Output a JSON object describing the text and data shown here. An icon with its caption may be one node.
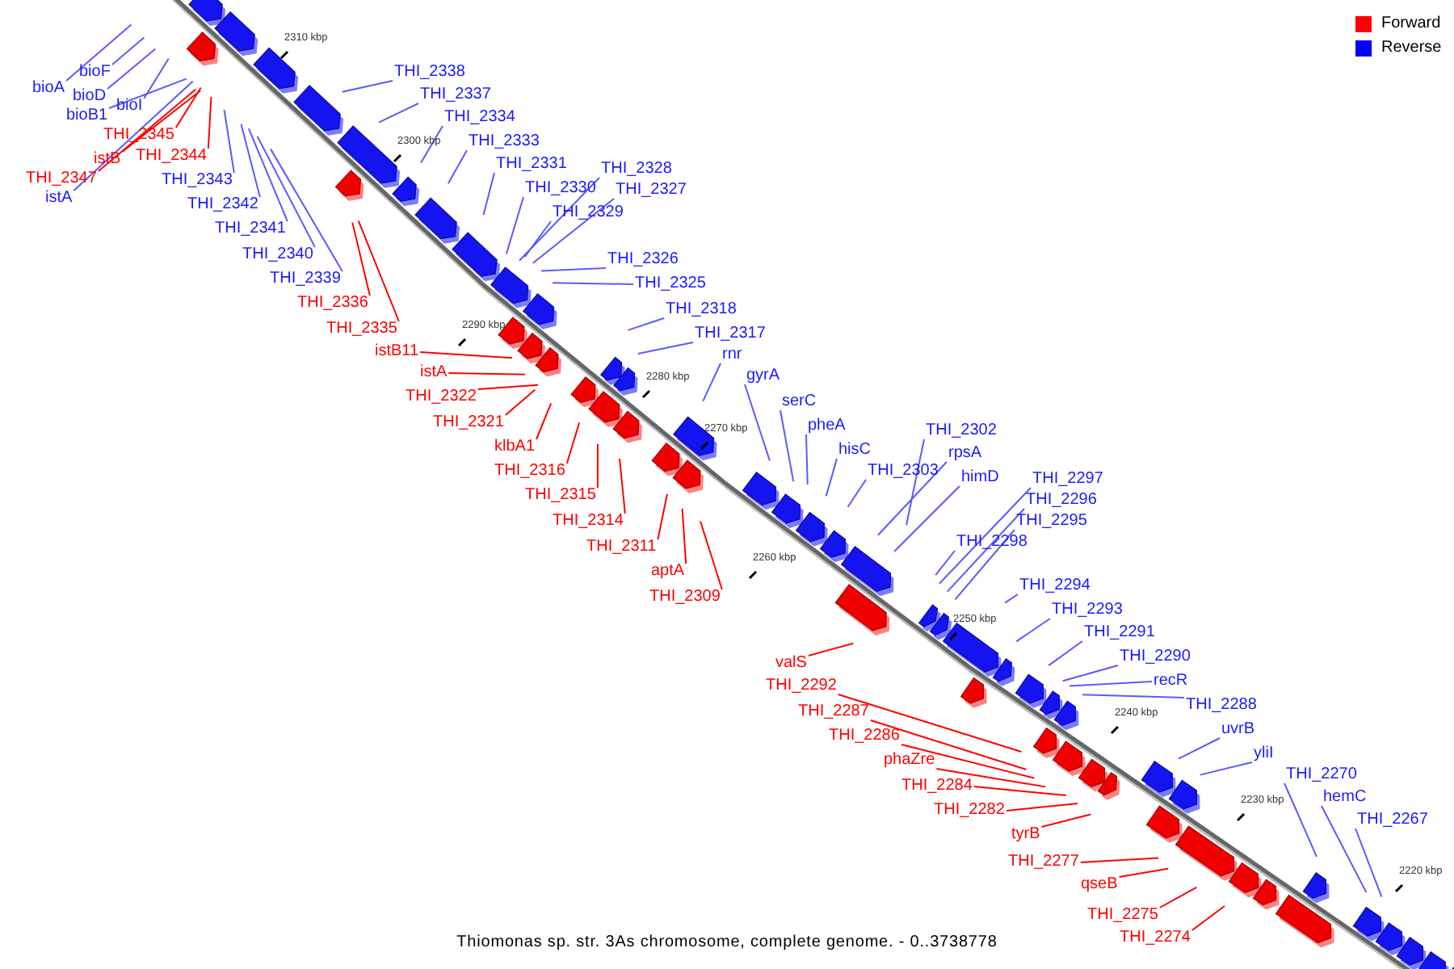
{
  "diagram": {
    "caption": "Thiomonas sp. str. 3As chromosome, complete genome. - 0..3738778",
    "nodes": [
      {
        "text": [
          "bioA"
        ]
      },
      {
        "text": [
          "bioF"
        ]
      },
      {
        "text": [
          "bioD"
        ]
      },
      {
        "text": [
          "bioI"
        ]
      },
      {
        "text": [
          "bioB1"
        ]
      },
      {
        "text": [
          "THI_2345"
        ]
      },
      {
        "text": [
          "istB"
        ]
      },
      {
        "text": [
          "THI_2344"
        ]
      },
      {
        "text": [
          "THI_2347"
        ]
      },
      {
        "text": [
          "istA"
        ]
      },
      {
        "text": [
          "THI_2343"
        ]
      },
      {
        "text": [
          "THI_2342"
        ]
      },
      {
        "text": [
          "THI_2341"
        ]
      },
      {
        "text": [
          "THI_2340"
        ]
      },
      {
        "text": [
          "THI_2339"
        ]
      },
      {
        "text": [
          "THI_2336"
        ]
      },
      {
        "text": [
          "THI_2335"
        ]
      },
      {
        "text": [
          "istB11"
        ]
      },
      {
        "text": [
          "istA"
        ]
      },
      {
        "text": [
          "THI_2322"
        ]
      },
      {
        "text": [
          "THI_2321"
        ]
      },
      {
        "text": [
          "klbA1"
        ]
      },
      {
        "text": [
          "THI_2316"
        ]
      },
      {
        "text": [
          "THI_2315"
        ]
      },
      {
        "text": [
          "THI_2314"
        ]
      },
      {
        "text": [
          "THI_2311"
        ]
      },
      {
        "text": [
          "aptA"
        ]
      },
      {
        "text": [
          "THI_2309"
        ]
      },
      {
        "text": [
          "THI_2338"
        ]
      },
      {
        "text": [
          "THI_2337"
        ]
      },
      {
        "text": [
          "THI_2334"
        ]
      },
      {
        "text": [
          "THI_2333"
        ]
      },
      {
        "text": [
          "THI_2331"
        ]
      },
      {
        "text": [
          "THI_2330"
        ]
      },
      {
        "text": [
          "THI_2328"
        ]
      },
      {
        "text": [
          "THI_2327"
        ]
      },
      {
        "text": [
          "THI_2329"
        ]
      },
      {
        "text": [
          "THI_2326"
        ]
      },
      {
        "text": [
          "THI_2325"
        ]
      },
      {
        "text": [
          "THI_2318"
        ]
      },
      {
        "text": [
          "THI_2317"
        ]
      },
      {
        "text": [
          "rnr"
        ]
      },
      {
        "text": [
          "gyrA"
        ]
      },
      {
        "text": [
          "serC"
        ]
      },
      {
        "text": [
          "pheA"
        ]
      },
      {
        "text": [
          "hisC"
        ]
      },
      {
        "text": [
          "THI_2303"
        ]
      },
      {
        "text": [
          "THI_2302"
        ]
      },
      {
        "text": [
          "rpsA"
        ]
      },
      {
        "text": [
          "himD"
        ]
      },
      {
        "text": [
          "THI_2297"
        ]
      },
      {
        "text": [
          "THI_2296"
        ]
      },
      {
        "text": [
          "THI_2295"
        ]
      },
      {
        "text": [
          "THI_2298"
        ]
      },
      {
        "text": [
          "THI_2294"
        ]
      },
      {
        "text": [
          "THI_2293"
        ]
      },
      {
        "text": [
          "THI_2291"
        ]
      },
      {
        "text": [
          "THI_2290"
        ]
      },
      {
        "text": [
          "recR"
        ]
      },
      {
        "text": [
          "THI_2288"
        ]
      },
      {
        "text": [
          "uvrB"
        ]
      },
      {
        "text": [
          "yliI"
        ]
      },
      {
        "text": [
          "THI_2270"
        ]
      },
      {
        "text": [
          "hemC"
        ]
      },
      {
        "text": [
          "THI_2267"
        ]
      },
      {
        "text": [
          "valS"
        ]
      },
      {
        "text": [
          "THI_2292"
        ]
      },
      {
        "text": [
          "THI_2287"
        ]
      },
      {
        "text": [
          "THI_2286"
        ]
      },
      {
        "text": [
          "phaZre"
        ]
      },
      {
        "text": [
          "THI_2284"
        ]
      },
      {
        "text": [
          "THI_2282"
        ]
      },
      {
        "text": [
          "tyrB"
        ]
      },
      {
        "text": [
          "THI_2277"
        ]
      },
      {
        "text": [
          "qseB"
        ]
      },
      {
        "text": [
          "THI_2275"
        ]
      },
      {
        "text": [
          "THI_2274"
        ]
      }
    ],
    "edges": [
      {
        "from": 0,
        "to": null,
        "arrow": "none"
      },
      {
        "from": 1,
        "to": null,
        "arrow": "none"
      },
      {
        "from": 2,
        "to": null,
        "arrow": "none"
      },
      {
        "from": 3,
        "to": null,
        "arrow": "none"
      },
      {
        "from": 4,
        "to": null,
        "arrow": "none"
      },
      {
        "from": 5,
        "to": null,
        "arrow": "none",
        "color": "#ff0000"
      },
      {
        "from": 6,
        "to": null,
        "arrow": "none",
        "color": "#ff0000"
      },
      {
        "from": 7,
        "to": null,
        "arrow": "none",
        "color": "#ff0000"
      },
      {
        "from": 8,
        "to": null,
        "arrow": "none",
        "color": "#ff0000"
      },
      {
        "from": 9,
        "to": null,
        "arrow": "none"
      },
      {
        "from": 10,
        "to": null,
        "arrow": "none"
      },
      {
        "from": 11,
        "to": null,
        "arrow": "none"
      },
      {
        "from": 12,
        "to": null,
        "arrow": "none"
      },
      {
        "from": 13,
        "to": null,
        "arrow": "none"
      },
      {
        "from": 14,
        "to": null,
        "arrow": "none"
      },
      {
        "from": 15,
        "to": null,
        "arrow": "none",
        "color": "#ff0000"
      },
      {
        "from": 16,
        "to": null,
        "arrow": "none",
        "color": "#ff0000"
      },
      {
        "from": 17,
        "to": null,
        "arrow": "none",
        "color": "#ff0000"
      },
      {
        "from": 18,
        "to": null,
        "arrow": "none",
        "color": "#ff0000"
      },
      {
        "from": 19,
        "to": null,
        "arrow": "none",
        "color": "#ff0000"
      },
      {
        "from": 20,
        "to": null,
        "arrow": "none",
        "color": "#ff0000"
      },
      {
        "from": 21,
        "to": null,
        "arrow": "none",
        "color": "#ff0000"
      },
      {
        "from": 22,
        "to": null,
        "arrow": "none",
        "color": "#ff0000"
      },
      {
        "from": 23,
        "to": null,
        "arrow": "none",
        "color": "#ff0000"
      },
      {
        "from": 24,
        "to": null,
        "arrow": "none",
        "color": "#ff0000"
      },
      {
        "from": 25,
        "to": null,
        "arrow": "none",
        "color": "#ff0000"
      },
      {
        "from": 26,
        "to": null,
        "arrow": "none",
        "color": "#ff0000"
      },
      {
        "from": 27,
        "to": null,
        "arrow": "none",
        "color": "#ff0000"
      },
      {
        "from": 28,
        "to": null,
        "arrow": "none"
      },
      {
        "from": 29,
        "to": null,
        "arrow": "none"
      },
      {
        "from": 30,
        "to": null,
        "arrow": "none"
      },
      {
        "from": 31,
        "to": null,
        "arrow": "none"
      },
      {
        "from": 32,
        "to": null,
        "arrow": "none"
      },
      {
        "from": 33,
        "to": null,
        "arrow": "none"
      },
      {
        "from": 34,
        "to": null,
        "arrow": "none"
      },
      {
        "from": 35,
        "to": null,
        "arrow": "none"
      },
      {
        "from": 36,
        "to": null,
        "arrow": "none"
      },
      {
        "from": 37,
        "to": null,
        "arrow": "none"
      },
      {
        "from": 38,
        "to": null,
        "arrow": "none"
      },
      {
        "from": 39,
        "to": null,
        "arrow": "none"
      },
      {
        "from": 40,
        "to": null,
        "arrow": "none"
      },
      {
        "from": 41,
        "to": null,
        "arrow": "none"
      },
      {
        "from": 42,
        "to": null,
        "arrow": "none"
      },
      {
        "from": 43,
        "to": null,
        "arrow": "none"
      },
      {
        "from": 44,
        "to": null,
        "arrow": "none"
      },
      {
        "from": 45,
        "to": null,
        "arrow": "none"
      },
      {
        "from": 46,
        "to": null,
        "arrow": "none"
      },
      {
        "from": 47,
        "to": null,
        "arrow": "none"
      },
      {
        "from": 48,
        "to": null,
        "arrow": "none"
      },
      {
        "from": 49,
        "to": null,
        "arrow": "none"
      },
      {
        "from": 50,
        "to": null,
        "arrow": "none"
      },
      {
        "from": 51,
        "to": null,
        "arrow": "none"
      },
      {
        "from": 52,
        "to": null,
        "arrow": "none"
      },
      {
        "from": 53,
        "to": null,
        "arrow": "none"
      },
      {
        "from": 54,
        "to": null,
        "arrow": "none"
      },
      {
        "from": 55,
        "to": null,
        "arrow": "none"
      },
      {
        "from": 56,
        "to": null,
        "arrow": "none"
      },
      {
        "from": 57,
        "to": null,
        "arrow": "none"
      },
      {
        "from": 58,
        "to": null,
        "arrow": "none"
      },
      {
        "from": 59,
        "to": null,
        "arrow": "none"
      },
      {
        "from": 60,
        "to": null,
        "arrow": "none"
      },
      {
        "from": 61,
        "to": null,
        "arrow": "none"
      },
      {
        "from": 62,
        "to": null,
        "arrow": "none"
      },
      {
        "from": 63,
        "to": null,
        "arrow": "none"
      },
      {
        "from": 64,
        "to": null,
        "arrow": "none"
      },
      {
        "from": 65,
        "to": null,
        "arrow": "none",
        "color": "#ff0000"
      },
      {
        "from": 66,
        "to": null,
        "arrow": "none",
        "color": "#ff0000"
      },
      {
        "from": 67,
        "to": null,
        "arrow": "none",
        "color": "#ff0000"
      },
      {
        "from": 68,
        "to": null,
        "arrow": "none",
        "color": "#ff0000"
      },
      {
        "from": 69,
        "to": null,
        "arrow": "none",
        "color": "#ff0000"
      },
      {
        "from": 70,
        "to": null,
        "arrow": "none",
        "color": "#ff0000"
      },
      {
        "from": 71,
        "to": null,
        "arrow": "none",
        "color": "#ff0000"
      },
      {
        "from": 72,
        "to": null,
        "arrow": "none",
        "color": "#ff0000"
      },
      {
        "from": 73,
        "to": null,
        "arrow": "none",
        "color": "#ff0000"
      },
      {
        "from": 74,
        "to": null,
        "arrow": "none",
        "color": "#ff0000"
      },
      {
        "from": 75,
        "to": null,
        "arrow": "none",
        "color": "#ff0000"
      },
      {
        "from": 76,
        "to": null,
        "arrow": "none",
        "color": "#ff0000"
      }
    ],
    "labels": [
      "2310 kbp",
      "2300 kbp",
      "2290 kbp",
      "2280 kbp",
      "2270 kbp",
      "2260 kbp",
      "2250 kbp",
      "2240 kbp",
      "2230 kbp",
      "2220 kbp"
    ],
    "legend": [
      {
        "text": "Forward",
        "color": "#ff0000"
      },
      {
        "text": "Reverse",
        "color": "#0000ff"
      }
    ]
  }
}
